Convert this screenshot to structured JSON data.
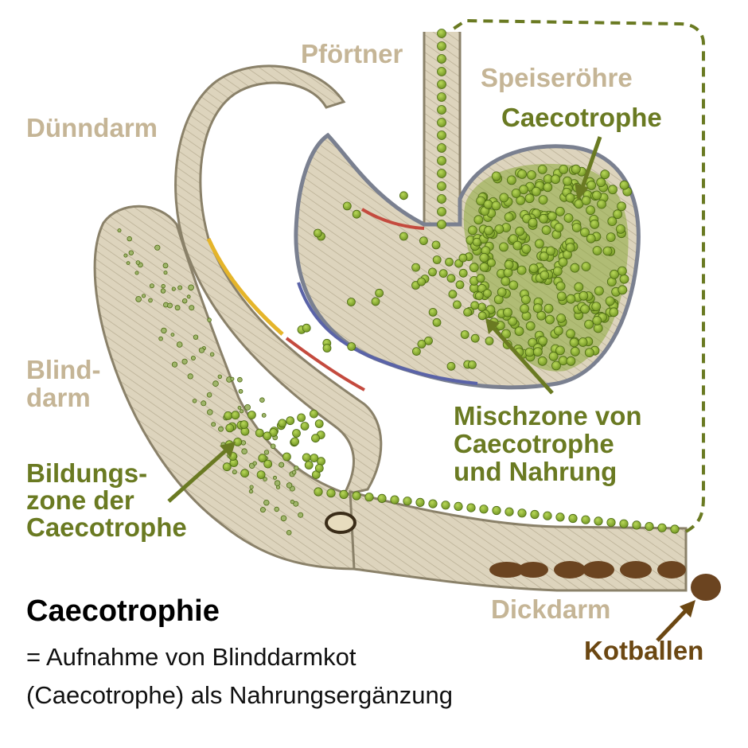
{
  "labels": {
    "pfoertner": "Pförtner",
    "speiseroehre": "Speiseröhre",
    "caecotrophe": "Caecotrophe",
    "duenndarm": "Dünndarm",
    "blinddarm_1": "Blind-",
    "blinddarm_2": "darm",
    "mischzone_1": "Mischzone von",
    "mischzone_2": "Caecotrophe",
    "mischzone_3": "und Nahrung",
    "bildung_1": "Bildungs-",
    "bildung_2": "zone der",
    "bildung_3": "Caecotrophe",
    "dickdarm": "Dickdarm",
    "kotballen": "Kotballen"
  },
  "caption": {
    "title": "Caecotrophie",
    "line1": "= Aufnahme von Blinddarmkot",
    "line2": "(Caecotrophe) als Nahrungsergänzung"
  },
  "colors": {
    "organ_label": "#c5b596",
    "green_label": "#6a7a22",
    "brown_label": "#6b4712",
    "tissue": "#ddd4bd",
    "pellet_green": "#8fb22e",
    "fecal": "#6b4420"
  }
}
